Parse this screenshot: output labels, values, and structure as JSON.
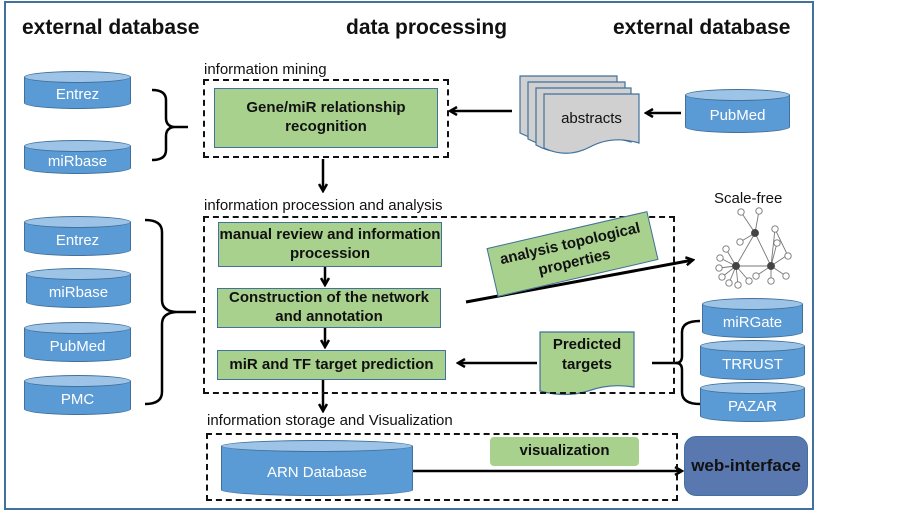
{
  "headings": {
    "left": "external database",
    "center": "data processing",
    "right": "external database"
  },
  "sections": {
    "mining": "information mining",
    "processing": "information procession and analysis",
    "storage": "information  storage and Visualization"
  },
  "mining": {
    "left_databases": [
      "Entrez",
      "miRbase"
    ],
    "process": "Gene/miR relationship recognition",
    "document": "abstracts",
    "right_database": "PubMed"
  },
  "processing": {
    "left_databases": [
      "Entrez",
      "miRbase",
      "PubMed",
      "PMC"
    ],
    "steps": [
      "manual review and information procession",
      "Construction of the network and annotation",
      "miR and TF target prediction"
    ],
    "analysis": "analysis topological properties",
    "network_label": "Scale-free",
    "predicted": "Predicted targets",
    "right_databases": [
      "miRGate",
      "TRRUST",
      "PAZAR"
    ]
  },
  "storage": {
    "database": "ARN Database",
    "visualization": "visualization",
    "web_interface": "web-interface"
  }
}
